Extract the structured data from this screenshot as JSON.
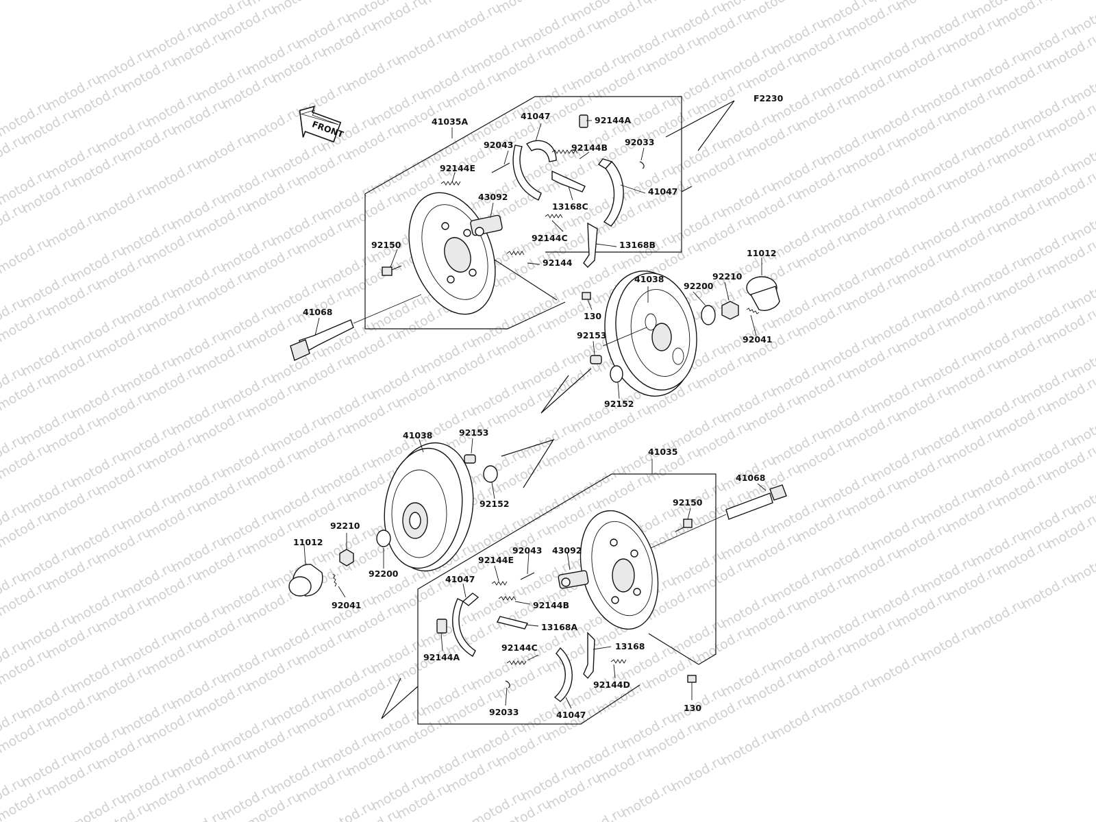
{
  "diagram": {
    "code": "F2230",
    "front_label": "FRONT",
    "watermark_text": "motod.ru",
    "upper_assembly": {
      "labels": {
        "shoe_kit_a": "41035A",
        "shoe_a": "41047",
        "pin_spring_a": "92144A",
        "pin": "92043",
        "spring_b": "92144B",
        "clip": "92033",
        "spring_e": "92144E",
        "cylinder": "43092",
        "lever_c": "13168C",
        "shoe_b": "41047",
        "spring_c": "92144C",
        "lever_b": "13168B",
        "bolt": "92150",
        "spring": "92144",
        "axle": "41068",
        "screw": "130",
        "drum": "41038",
        "washer": "92200",
        "nut": "92210",
        "cap": "11012",
        "cotter": "92041",
        "stud": "92153",
        "seal": "92152"
      }
    },
    "lower_assembly": {
      "labels": {
        "drum": "41038",
        "stud": "92153",
        "seal": "92152",
        "shoe_kit": "41035",
        "axle": "41068",
        "bolt": "92150",
        "nut": "92210",
        "cap": "11012",
        "washer": "92200",
        "cotter": "92041",
        "pin": "92043",
        "cylinder": "43092",
        "spring_e": "92144E",
        "shoe_a": "41047",
        "spring_b": "92144B",
        "lever_a": "13168A",
        "pin_spring_a": "92144A",
        "spring_c": "92144C",
        "lever": "13168",
        "spring_d": "92144D",
        "clip": "92033",
        "shoe_b": "41047",
        "screw": "130"
      }
    }
  }
}
